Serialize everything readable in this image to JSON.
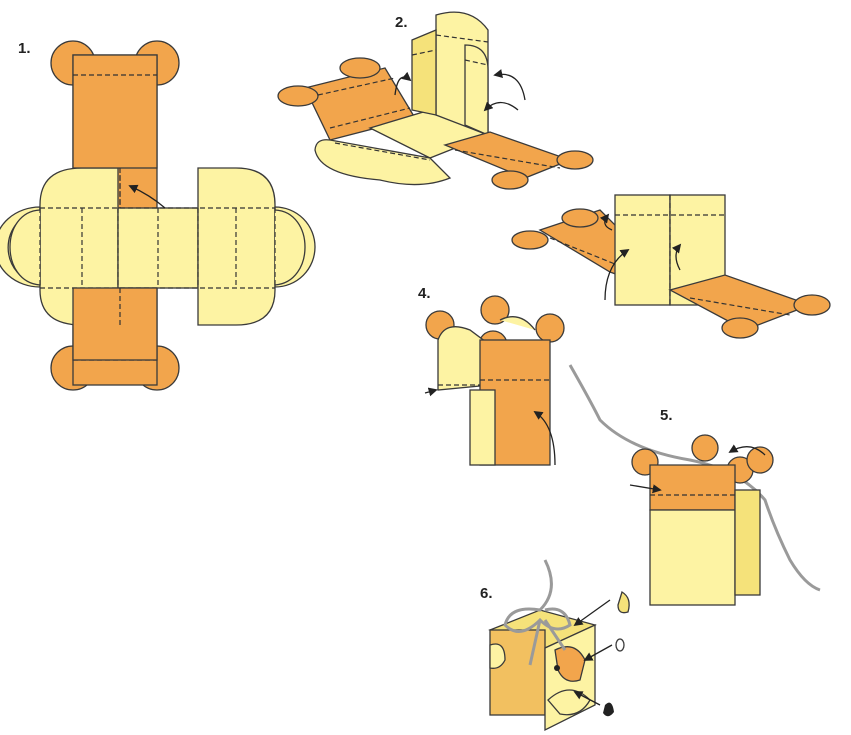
{
  "steps": [
    {
      "label": "1."
    },
    {
      "label": "2."
    },
    {
      "label": "4."
    },
    {
      "label": "5."
    },
    {
      "label": "6."
    }
  ],
  "colors": {
    "orange": "#f2a54c",
    "orange_dark": "#e8923a",
    "yellow": "#fdf3a3",
    "yellow_shade": "#f5e27a",
    "outline": "#3a3a3a",
    "ribbon": "#9a9a9a",
    "nose": "#222222"
  }
}
